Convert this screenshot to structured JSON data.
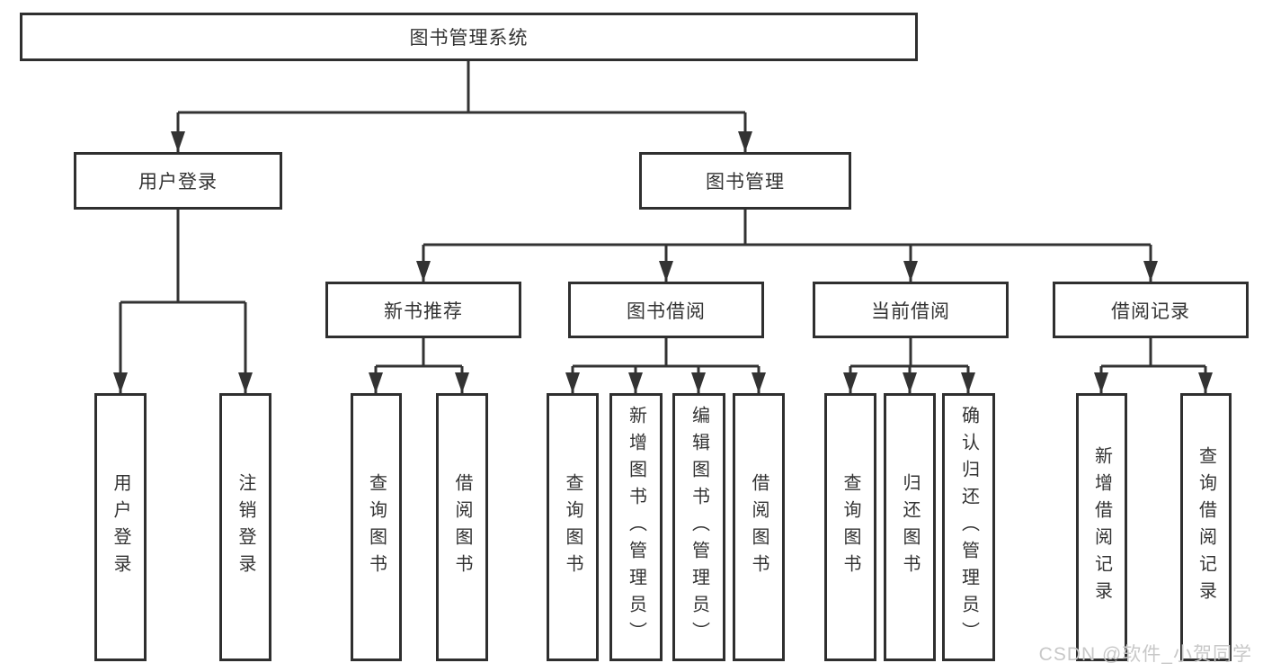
{
  "diagram": {
    "type": "tree-diagram",
    "title": "图书管理系统",
    "root": {
      "label": "图书管理系统",
      "children": [
        {
          "label": "用户登录",
          "children": [
            {
              "label": "用户登录"
            },
            {
              "label": "注销登录"
            }
          ]
        },
        {
          "label": "图书管理",
          "children": [
            {
              "label": "新书推荐",
              "children": [
                {
                  "label": "查询图书"
                },
                {
                  "label": "借阅图书"
                }
              ]
            },
            {
              "label": "图书借阅",
              "children": [
                {
                  "label": "查询图书"
                },
                {
                  "label": "新增图书（管理员）"
                },
                {
                  "label": "编辑图书（管理员）"
                },
                {
                  "label": "借阅图书"
                }
              ]
            },
            {
              "label": "当前借阅",
              "children": [
                {
                  "label": "查询图书"
                },
                {
                  "label": "归还图书"
                },
                {
                  "label": "确认归还（管理员）"
                }
              ]
            },
            {
              "label": "借阅记录",
              "children": [
                {
                  "label": "新增借阅记录"
                },
                {
                  "label": "查询借阅记录"
                }
              ]
            }
          ]
        }
      ]
    }
  },
  "watermark": {
    "text": "CSDN @软件_小贺同学"
  },
  "colors": {
    "line": "#333333",
    "box_border": "#2f2f2f",
    "box_fill": "#ffffff",
    "text": "#333333",
    "watermark": "#c8c8c8",
    "background": "#ffffff"
  }
}
